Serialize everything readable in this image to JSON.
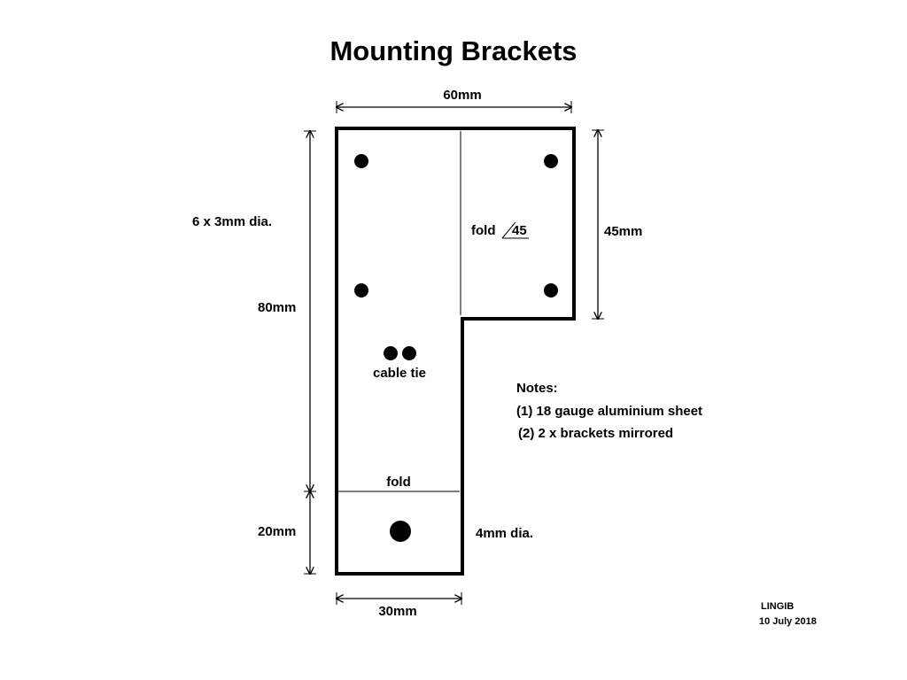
{
  "title": "Mounting Brackets",
  "dimensions": {
    "top_width": "60mm",
    "right_height": "45mm",
    "left_upper_height": "80mm",
    "left_lower_height": "20mm",
    "bottom_width": "30mm"
  },
  "labels": {
    "holes_small": "6 x 3mm dia.",
    "fold_upper": "fold",
    "fold_angle": "45",
    "cable_tie": "cable tie",
    "fold_lower": "fold",
    "hole_large": "4mm dia."
  },
  "notes": {
    "heading": "Notes:",
    "items": [
      "(1) 18 gauge aluminium sheet",
      "(2) 2 x brackets mirrored"
    ]
  },
  "signature": {
    "author": "LINGIB",
    "date": "10 July 2018"
  }
}
